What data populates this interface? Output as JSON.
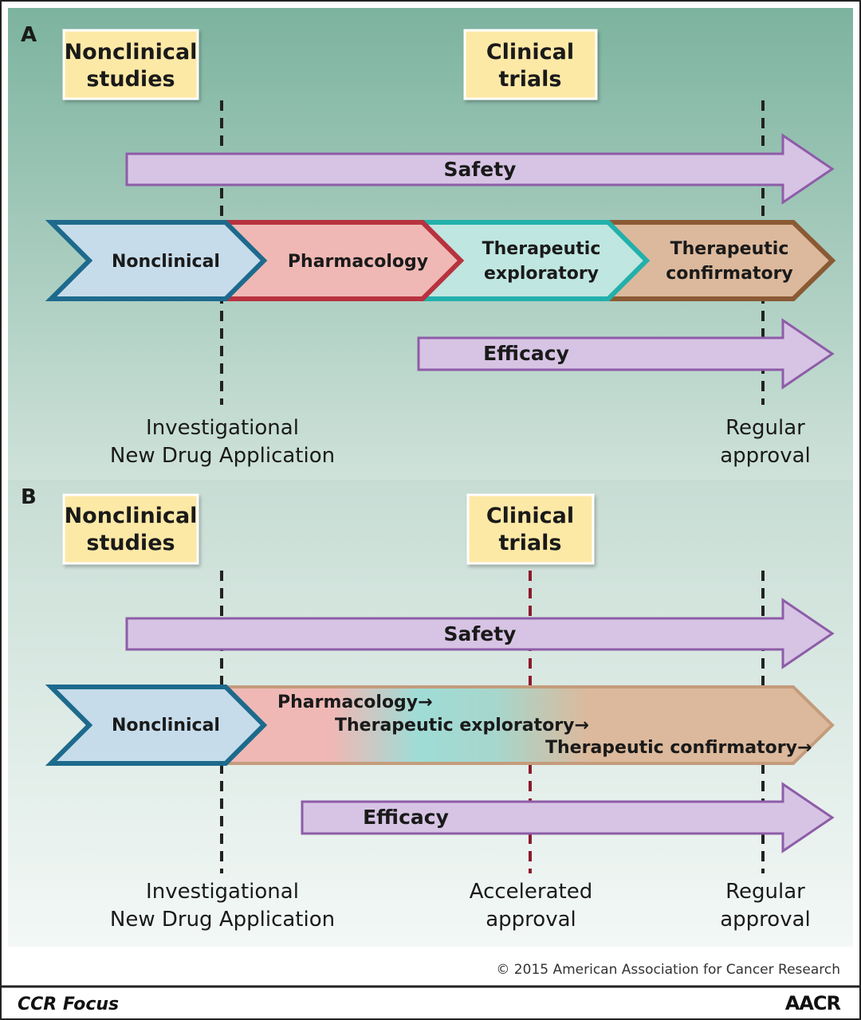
{
  "panels": [
    {
      "letter": "A",
      "boxes": {
        "nonclinical": [
          "Nonclinical",
          "studies"
        ],
        "clinical": [
          "Clinical",
          "trials"
        ]
      },
      "safety": "Safety",
      "efficacy": "Efficacy",
      "chevrons": [
        {
          "lines": [
            "Nonclinical"
          ]
        },
        {
          "lines": [
            "Pharmacology"
          ]
        },
        {
          "lines": [
            "Therapeutic",
            "exploratory"
          ]
        },
        {
          "lines": [
            "Therapeutic",
            "confirmatory"
          ]
        }
      ],
      "milestones": {
        "ind": [
          "Investigational",
          "New Drug Application"
        ],
        "regular": [
          "Regular",
          "approval"
        ]
      }
    },
    {
      "letter": "B",
      "boxes": {
        "nonclinical": [
          "Nonclinical",
          "studies"
        ],
        "clinical": [
          "Clinical",
          "trials"
        ]
      },
      "safety": "Safety",
      "efficacy": "Efficacy",
      "nonclinical_chevron": "Nonclinical",
      "blended_phases": [
        "Pharmacology→",
        "Therapeutic exploratory→",
        "Therapeutic confirmatory→"
      ],
      "milestones": {
        "ind": [
          "Investigational",
          "New Drug Application"
        ],
        "accelerated": [
          "Accelerated",
          "approval"
        ],
        "regular": [
          "Regular",
          "approval"
        ]
      }
    }
  ],
  "copyright": "© 2015 American Association for Cancer Research",
  "footer": {
    "journal": "CCR Focus",
    "logo": "AACR"
  },
  "colors": {
    "panel_a_bg_top": "#7fb5a3",
    "panel_b_bg_bottom": "#f3f8f6",
    "label_box": "#fde9a6",
    "arrow_fill": "#d7c4e4",
    "arrow_stroke": "#8e5ca8",
    "nonclinical": "#c6dceb",
    "pharmacology": "#efb8b5",
    "exploratory": "#bfe6e0",
    "confirmatory": "#dcb99c",
    "ind_line": "#222222",
    "accelerated_line": "#8b1a2e"
  }
}
